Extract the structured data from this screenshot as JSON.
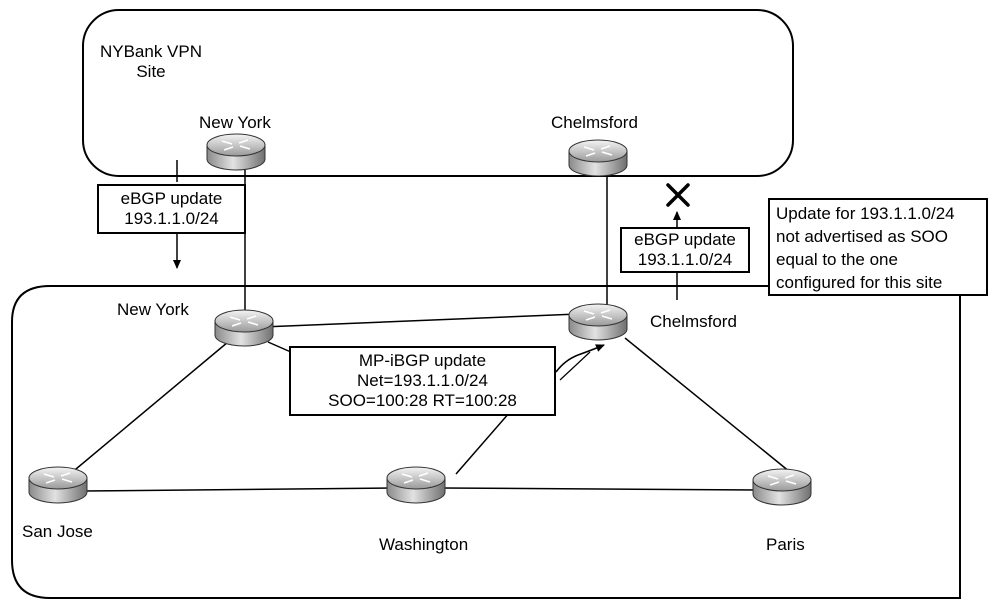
{
  "site": {
    "title_line1": "NYBank VPN",
    "title_line2": "Site",
    "routers": {
      "new_york": "New York",
      "chelmsford": "Chelmsford"
    }
  },
  "backbone": {
    "routers": {
      "new_york": "New York",
      "chelmsford": "Chelmsford",
      "san_jose": "San Jose",
      "washington": "Washington",
      "paris": "Paris"
    }
  },
  "callouts": {
    "ebgp_in": {
      "line1": "eBGP update",
      "line2": "193.1.1.0/24"
    },
    "ebgp_out": {
      "line1": "eBGP update",
      "line2": "193.1.1.0/24"
    },
    "mp_ibgp": {
      "line1": "MP-iBGP update",
      "line2": "Net=193.1.1.0/24",
      "line3": "SOO=100:28 RT=100:28"
    },
    "note": {
      "line1": "Update for 193.1.1.0/24",
      "line2": "not advertised as SOO",
      "line3": "equal to the one",
      "line4": "configured for this site"
    }
  },
  "blocked_marker": "blocked-x-icon"
}
